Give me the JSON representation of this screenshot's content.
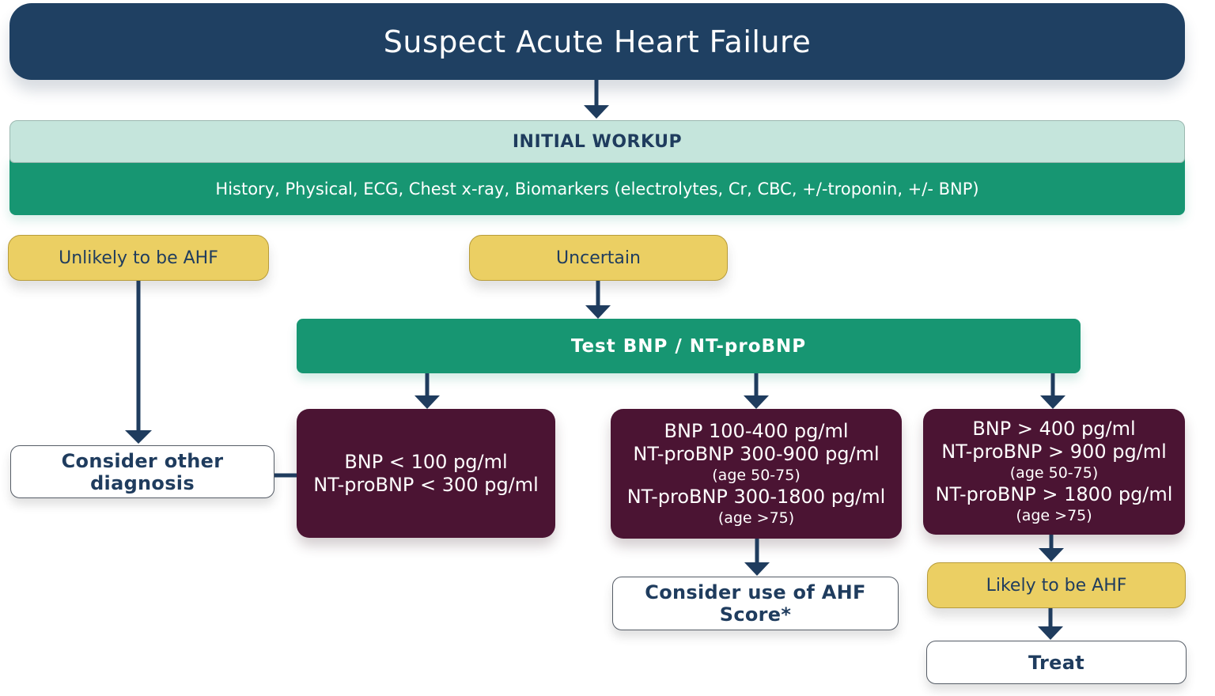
{
  "title": "Suspect Acute Heart Failure",
  "initial_workup": {
    "heading": "INITIAL WORKUP",
    "details": "History, Physical, ECG, Chest x-ray, Biomarkers (electrolytes, Cr, CBC, +/-troponin, +/- BNP)"
  },
  "branches": {
    "unlikely": "Unlikely to be AHF",
    "uncertain": "Uncertain",
    "likely": "Likely to be AHF"
  },
  "test": "Test BNP / NT-proBNP",
  "results": {
    "low": {
      "line1": "BNP < 100 pg/ml",
      "line2": "NT-proBNP < 300 pg/ml"
    },
    "mid": {
      "line1": "BNP 100-400 pg/ml",
      "line2": "NT-proBNP 300-900 pg/ml",
      "line3": "(age 50-75)",
      "line4": "NT-proBNP 300-1800 pg/ml",
      "line5": "(age >75)"
    },
    "high": {
      "line1": "BNP > 400 pg/ml",
      "line2": "NT-proBNP > 900 pg/ml",
      "line3": "(age 50-75)",
      "line4": "NT-proBNP > 1800 pg/ml",
      "line5": "(age >75)"
    }
  },
  "outcomes": {
    "other_diagnosis": "Consider other diagnosis",
    "ahf_score": "Consider use of AHF Score*",
    "treat": "Treat"
  },
  "colors": {
    "navy": "#1f4062",
    "teal_green": "#179672",
    "mint": "#c5e5dc",
    "yellow": "#ebcf63",
    "maroon": "#4b1433",
    "arrow": "#1f3c5e"
  }
}
